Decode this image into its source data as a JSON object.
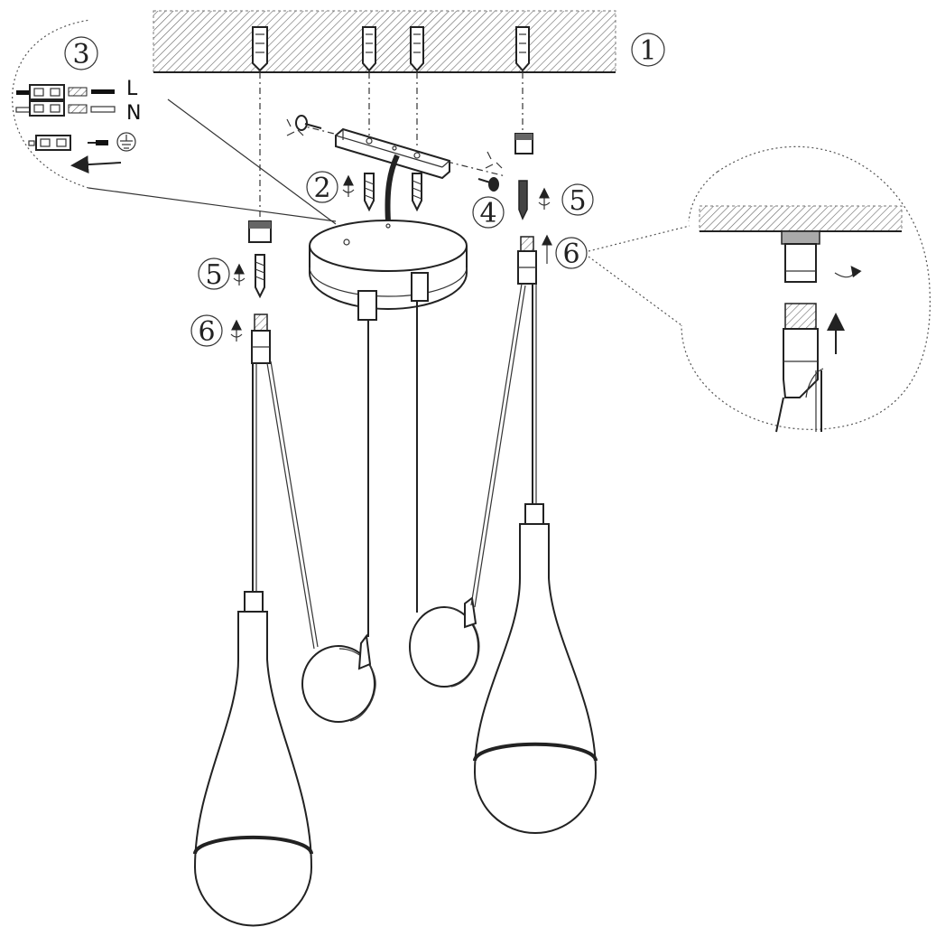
{
  "steps": {
    "ceiling": "1",
    "wiring": "3",
    "bracket_screws": "2",
    "bracket_screw_side": "4",
    "cable_fix_left": "5",
    "cable_fix_right": "5",
    "cable_connect_left": "6",
    "cable_connect_right": "6"
  },
  "wiring_labels": {
    "live": "L",
    "neutral": "N"
  },
  "icons": {
    "earth": "earth-ground-icon",
    "direction": "arrow-left-icon",
    "rotate": "rotate-arrow-icon"
  },
  "colors": {
    "line": "#222222",
    "ceiling_hatch": "#555555"
  }
}
